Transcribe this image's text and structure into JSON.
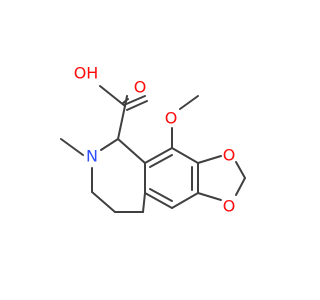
{
  "molecule": {
    "atoms": [
      {
        "id": "oh",
        "label": "OH",
        "element": "O"
      },
      {
        "id": "o-carbonyl",
        "label": "O",
        "element": "O"
      },
      {
        "id": "o-methoxy",
        "label": "O",
        "element": "O"
      },
      {
        "id": "o-ring-upper",
        "label": "O",
        "element": "O"
      },
      {
        "id": "o-ring-lower",
        "label": "O",
        "element": "O"
      },
      {
        "id": "n",
        "label": "N",
        "element": "N"
      }
    ]
  },
  "colors": {
    "bond": "#404040",
    "oxygen": "#ff0d0d",
    "nitrogen": "#3050f8"
  }
}
